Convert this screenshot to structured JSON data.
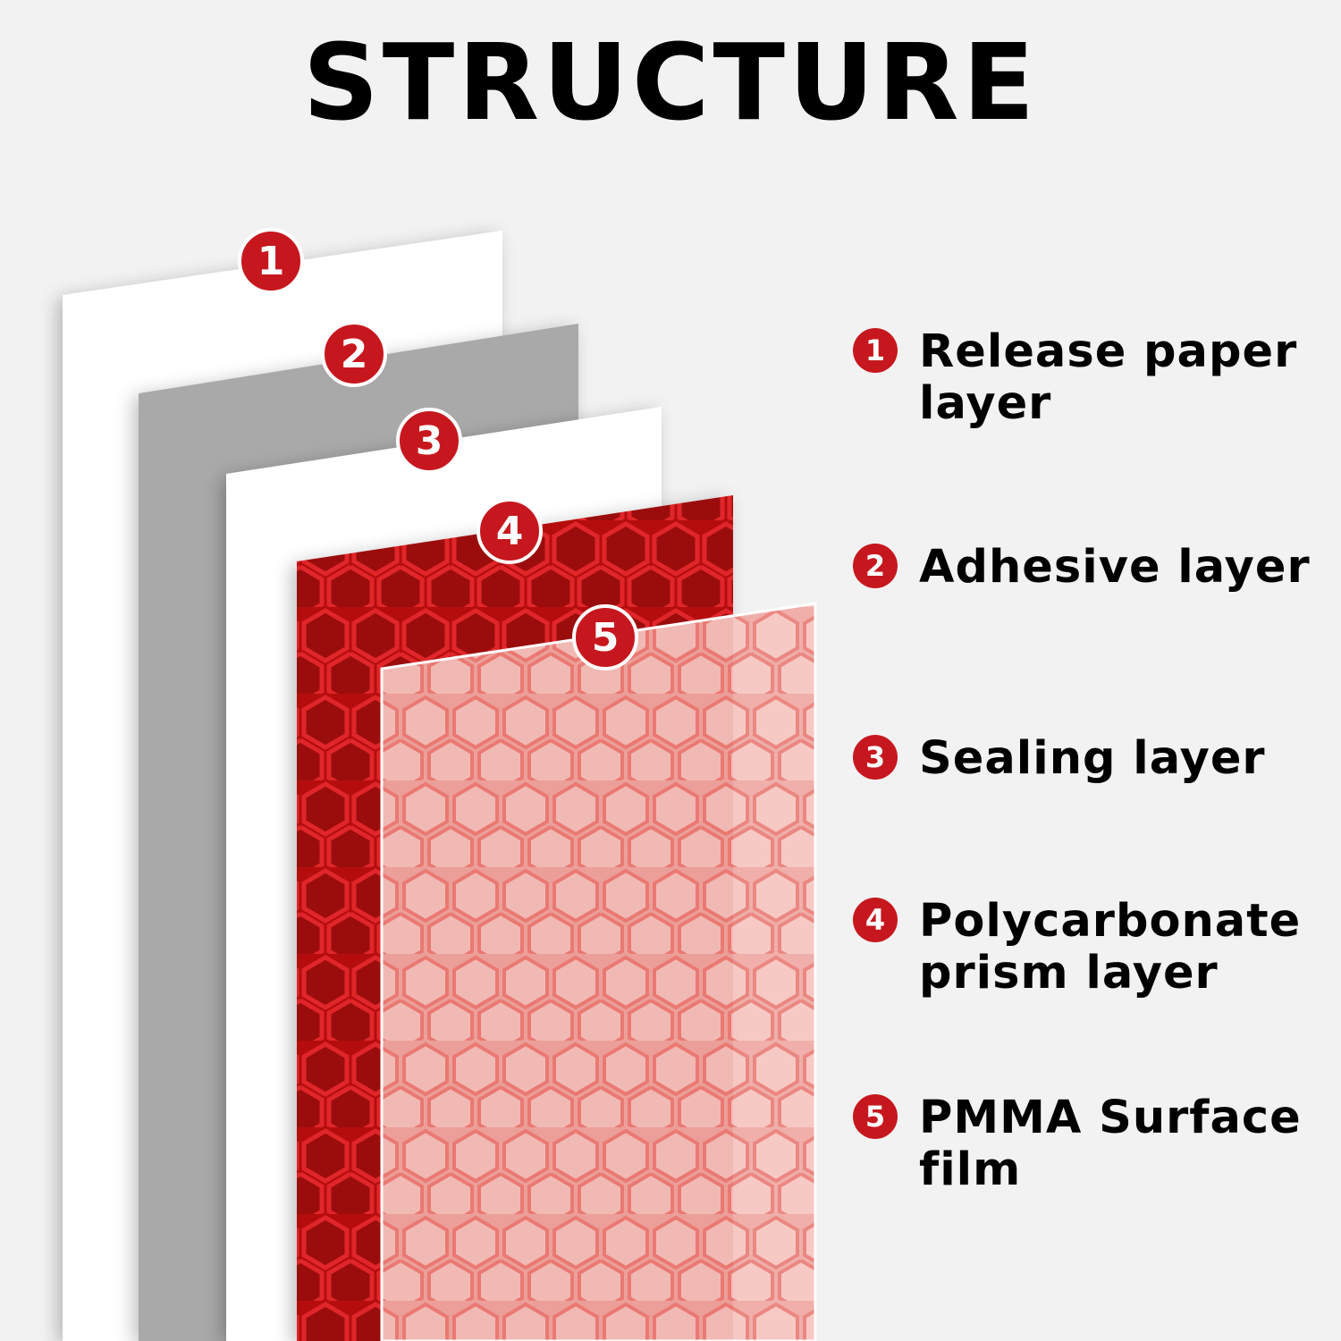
{
  "title": "STRUCTURE",
  "colors": {
    "accent": "#c7171e",
    "release_paper": "#ffffff",
    "adhesive": "#a9a9a9",
    "sealing": "#ffffff",
    "prism": "#c40f12",
    "surface_film": "#f6b9b4"
  },
  "layers": [
    {
      "number": "1",
      "label": "Release paper layer"
    },
    {
      "number": "2",
      "label": "Adhesive layer"
    },
    {
      "number": "3",
      "label": "Sealing layer"
    },
    {
      "number": "4",
      "label": "Polycarbonate prism layer"
    },
    {
      "number": "5",
      "label": "PMMA Surface film"
    }
  ]
}
